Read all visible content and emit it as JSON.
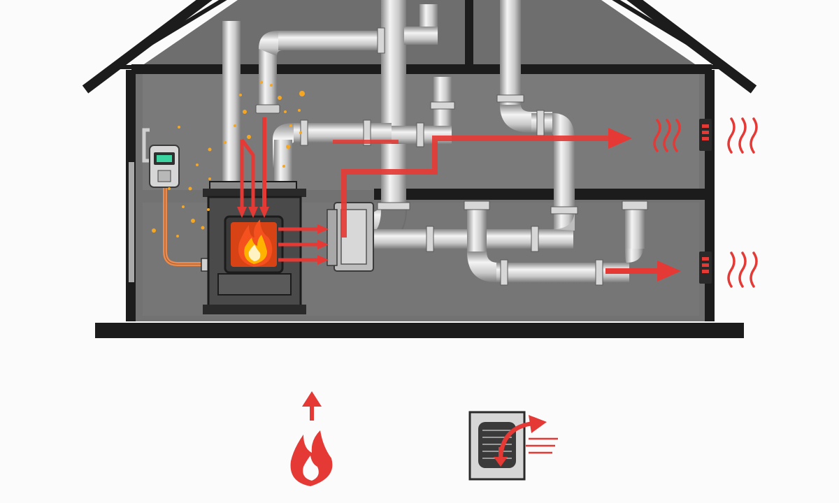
{
  "diagram": {
    "kind": "forced-air gas furnace heating schematic",
    "labels": [],
    "components": [
      {
        "id": "house",
        "icon": "house-cross-section-icon"
      },
      {
        "id": "furnace",
        "icon": "furnace-icon"
      },
      {
        "id": "gas-meter",
        "icon": "gas-meter-icon"
      },
      {
        "id": "blower",
        "icon": "blower-icon"
      },
      {
        "id": "supply-vent-upper",
        "icon": "vent-register-icon"
      },
      {
        "id": "supply-vent-lower",
        "icon": "vent-register-icon"
      }
    ],
    "legend_icons": [
      "heat-rising-icon",
      "air-circulation-icon"
    ],
    "colors": {
      "heat_flow": "#e53935",
      "flame_outer": "#f4511e",
      "flame_inner": "#ffca28",
      "sparks": "#f5a623",
      "gas_line": "#f08a4b",
      "house_fill": "#707070",
      "walls": "#1c1c1c",
      "background": "#fbfbfb"
    }
  }
}
